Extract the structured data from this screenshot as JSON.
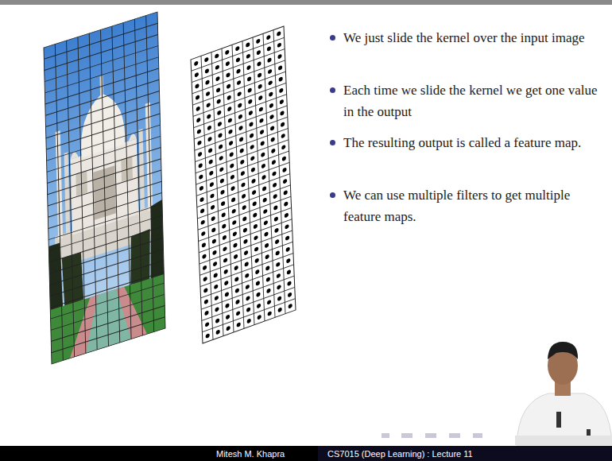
{
  "diagram": {
    "labels": [
      "We just slide the kernel over the input image",
      "Each time we slide the kernel we get one value in the output",
      "The resulting output is called a feature map.",
      "We can use multiple filters to get multiple feature maps.",
      "Mitesh M. Khapra",
      "CS7015 (Deep Learning) : Lecture 11"
    ]
  }
}
